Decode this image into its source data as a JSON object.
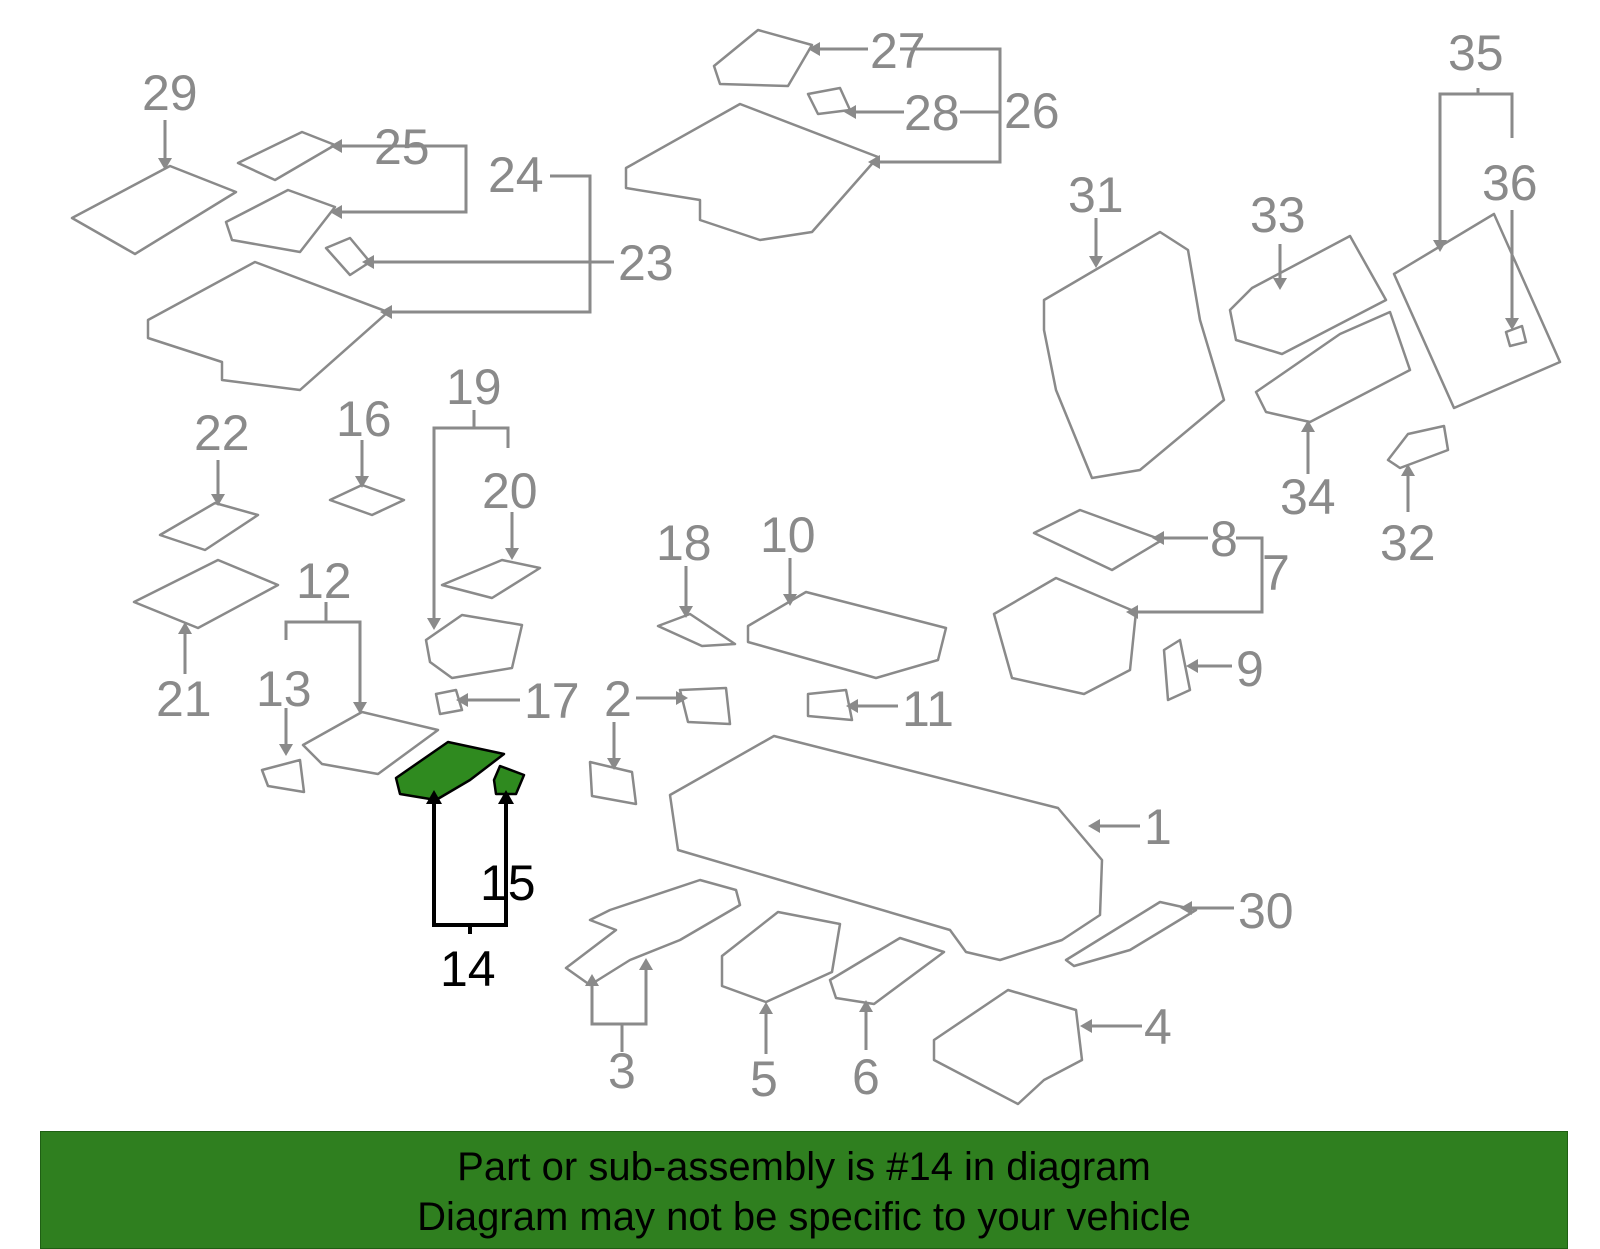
{
  "diagram": {
    "highlight_color": "#2f8a1f",
    "line_color": "#8a8a8a",
    "callouts": [
      "1",
      "2",
      "3",
      "4",
      "5",
      "6",
      "7",
      "8",
      "9",
      "10",
      "11",
      "12",
      "13",
      "14",
      "15",
      "16",
      "17",
      "18",
      "19",
      "20",
      "21",
      "22",
      "23",
      "24",
      "25",
      "26",
      "27",
      "28",
      "29",
      "30",
      "31",
      "32",
      "33",
      "34",
      "35",
      "36"
    ],
    "highlighted": [
      "14",
      "15"
    ]
  },
  "banner": {
    "line1": "Part or sub-assembly is #14 in diagram",
    "line2": "Diagram may not be specific to your vehicle",
    "background": "#2f7f1f"
  }
}
